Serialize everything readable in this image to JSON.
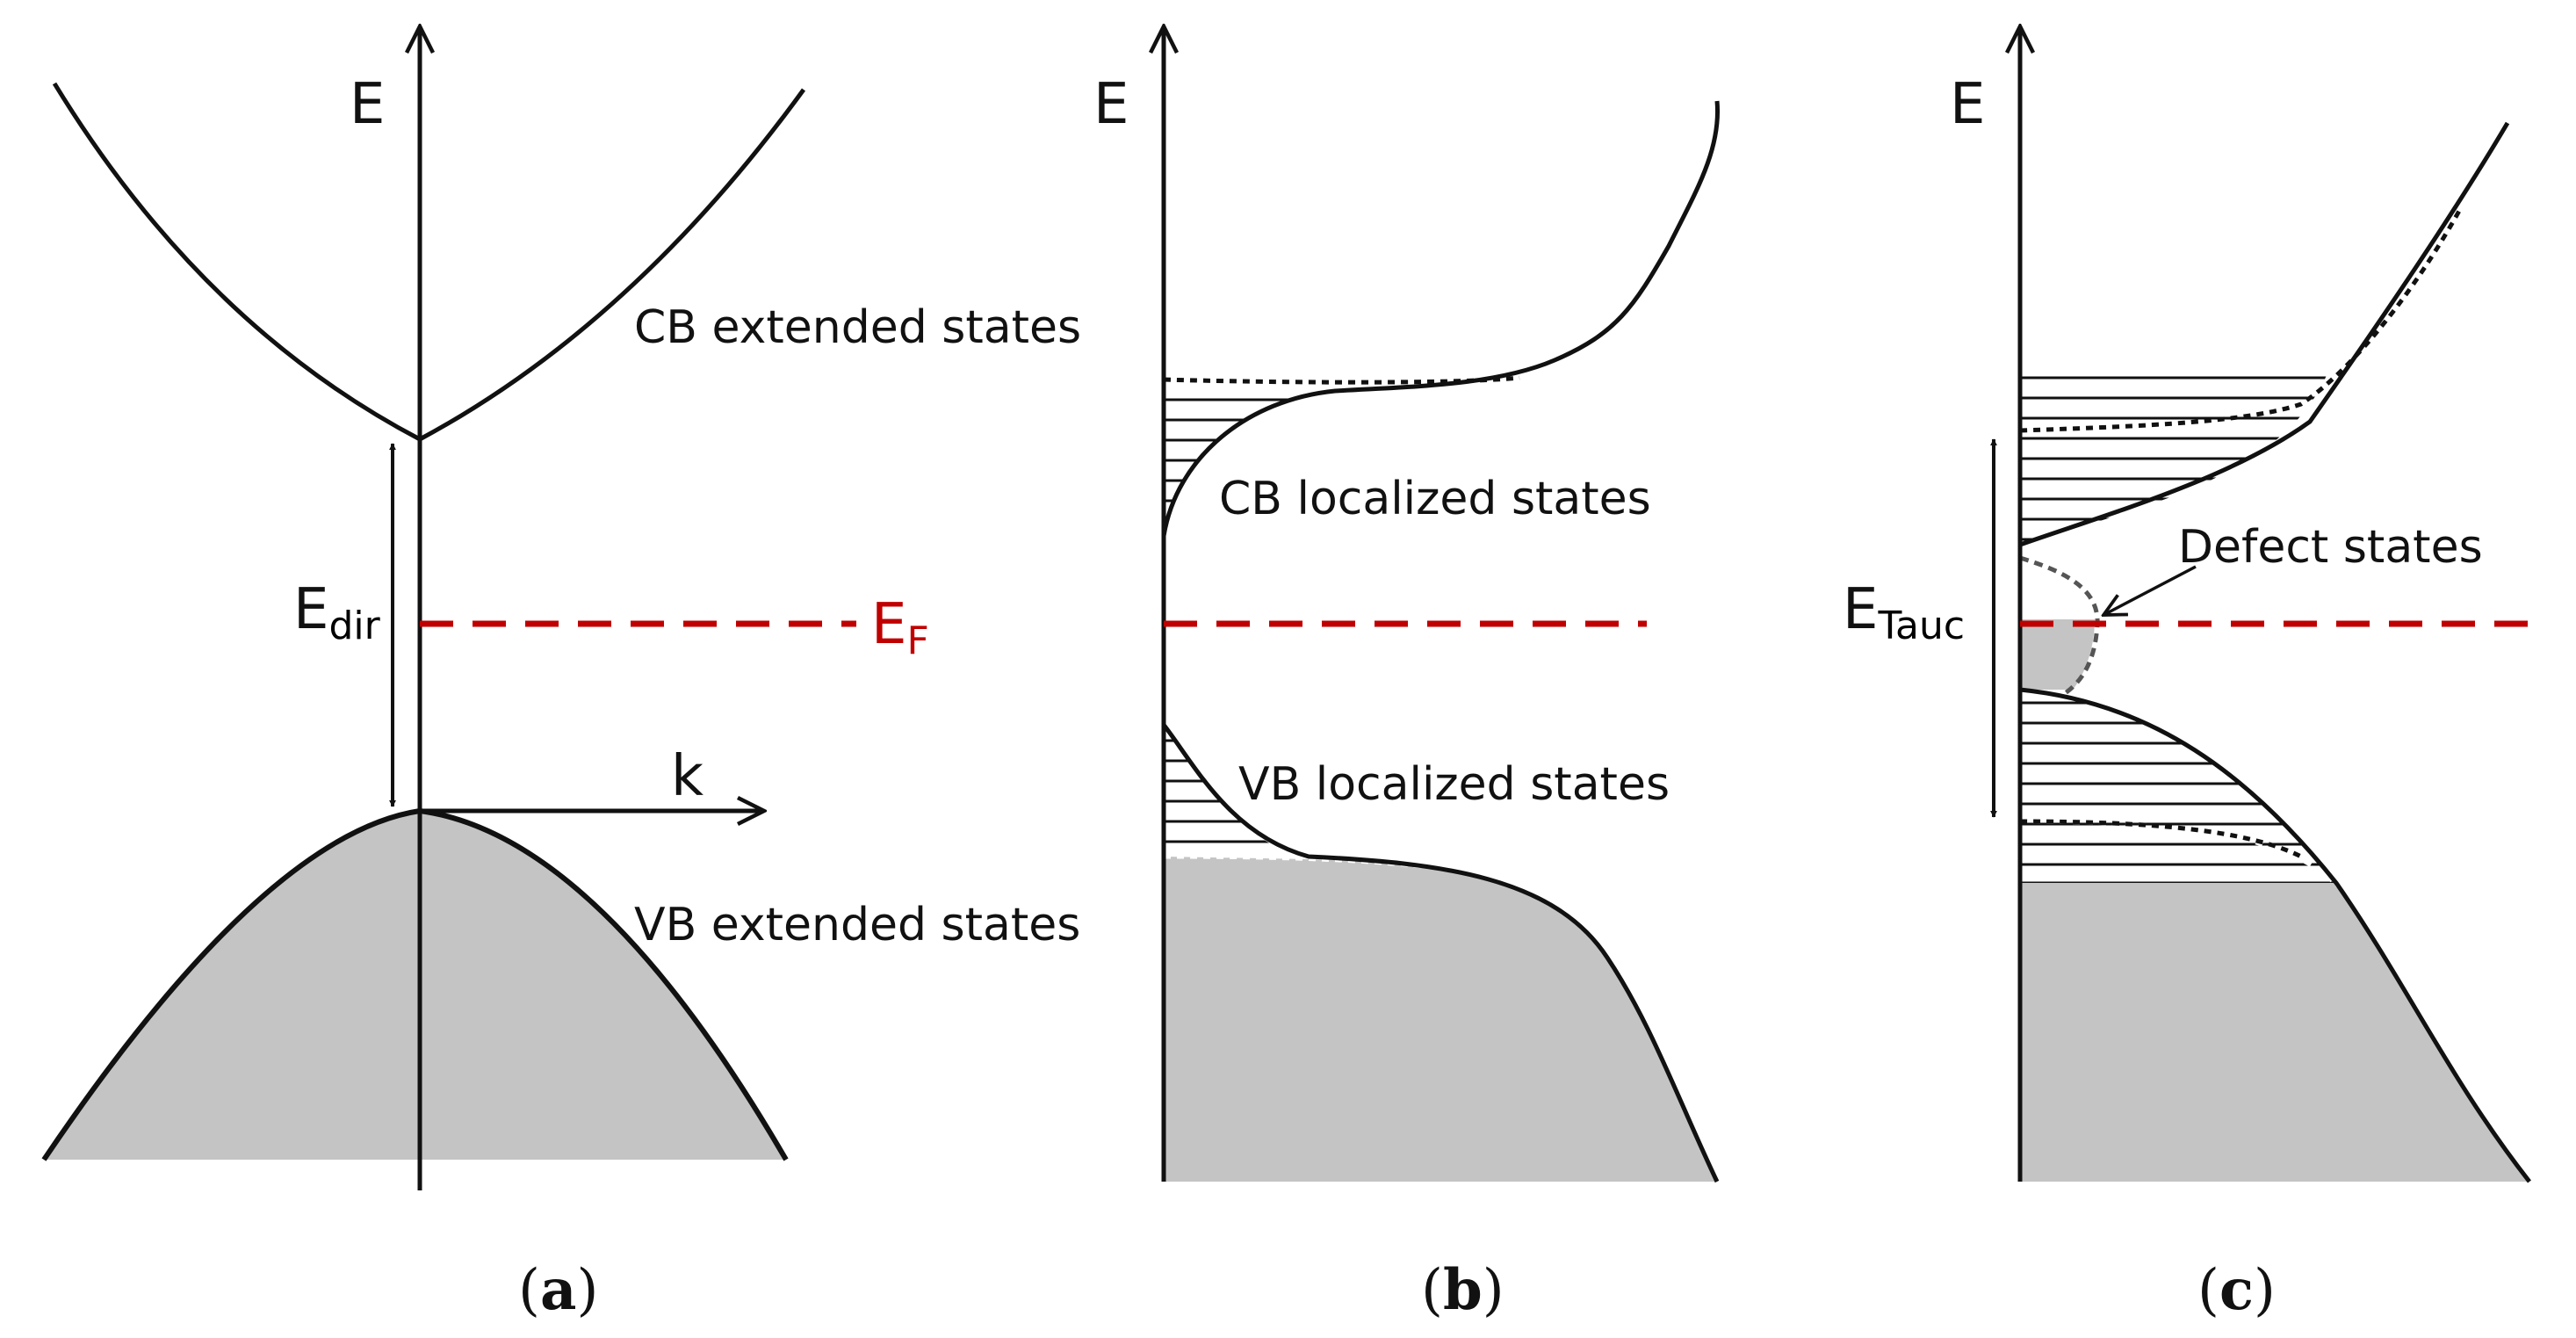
{
  "panels": [
    {
      "id": "a",
      "axis_label": "E",
      "k_label": "k",
      "cb_label": "CB extended states",
      "vb_label": "VB extended states",
      "gap_label_main": "E",
      "gap_label_sub": "dir",
      "fermi_label_main": "E",
      "fermi_label_sub": "F",
      "caption_open": "(",
      "caption_letter": "a",
      "caption_close": ")"
    },
    {
      "id": "b",
      "axis_label": "E",
      "cb_label": "CB localized states",
      "vb_label": "VB localized states",
      "caption_open": "(",
      "caption_letter": "b",
      "caption_close": ")"
    },
    {
      "id": "c",
      "axis_label": "E",
      "defect_label": "Defect states",
      "gap_label_main": "E",
      "gap_label_sub": "Tauc",
      "caption_open": "(",
      "caption_letter": "c",
      "caption_close": ")"
    }
  ],
  "colors": {
    "line": "#111111",
    "fill": "#c4c4c4",
    "fermi": "#c00000"
  }
}
